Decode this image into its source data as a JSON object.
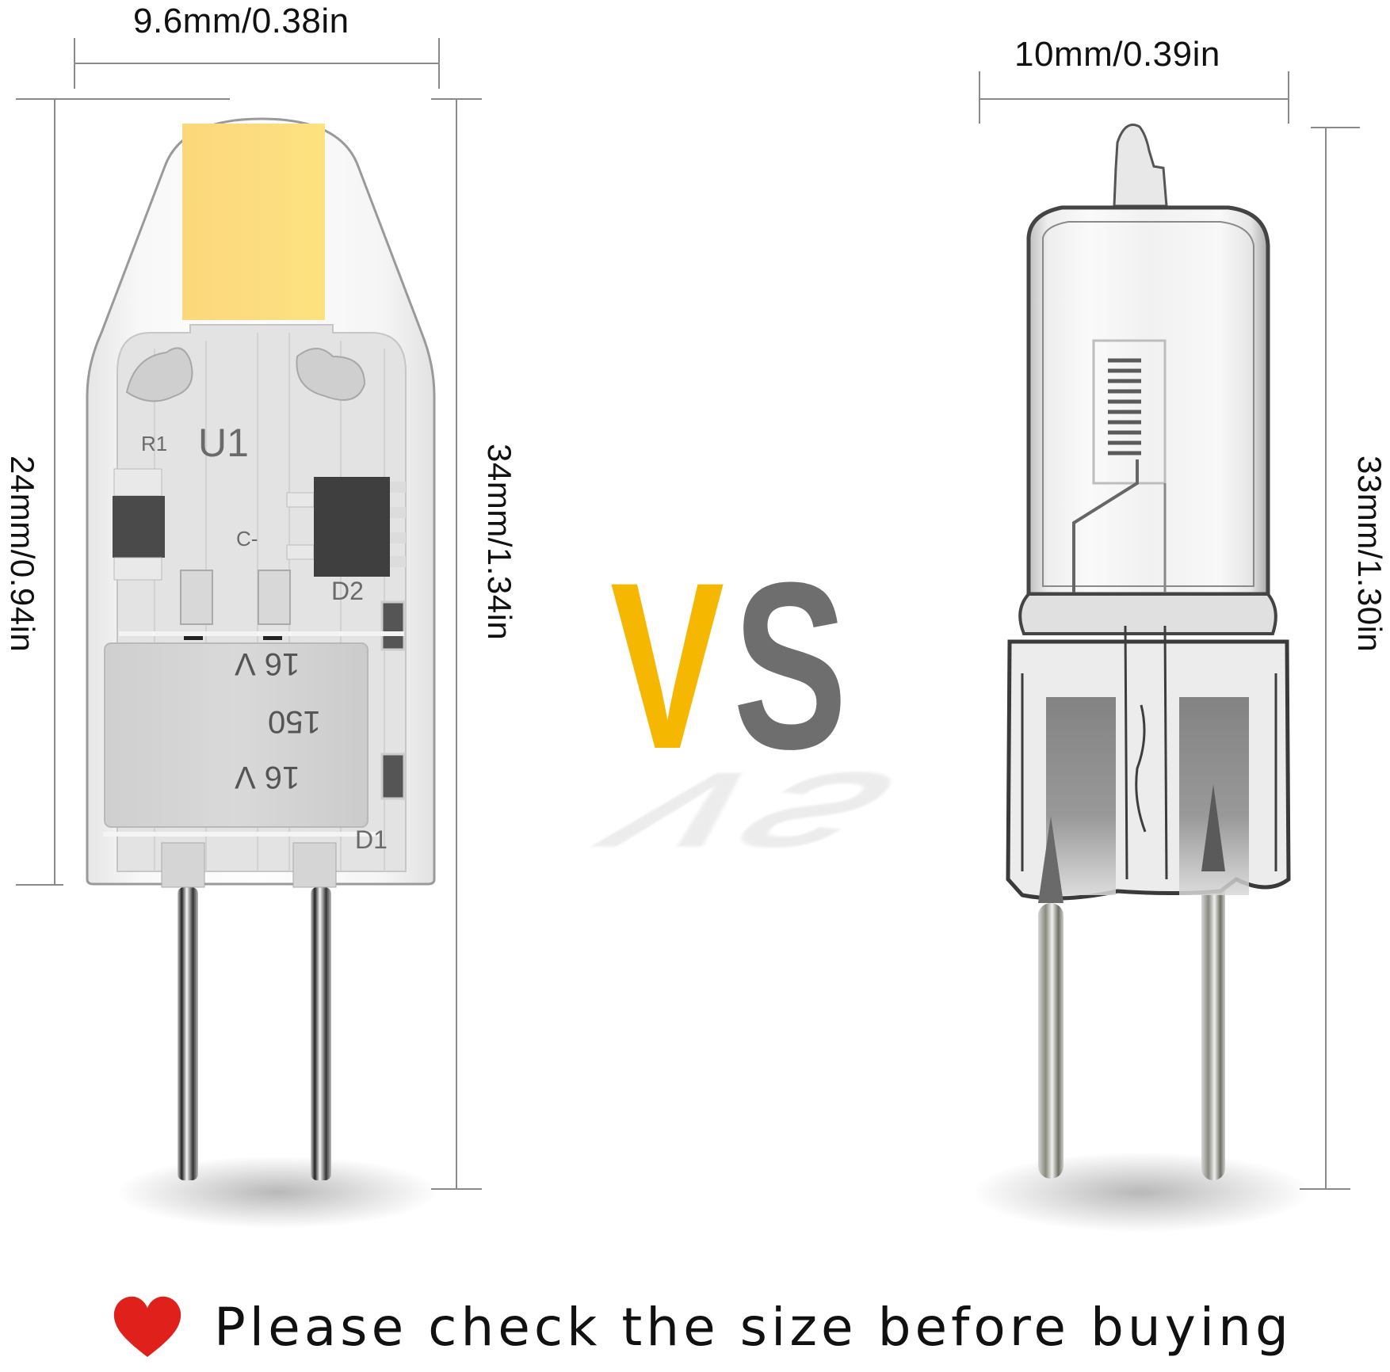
{
  "dimensions": {
    "led_width": "9.6mm/0.38in",
    "led_body_height": "24mm/0.94in",
    "led_total_height": "34mm/1.34in",
    "halogen_width": "10mm/0.39in",
    "halogen_total_height": "33mm/1.30in"
  },
  "comparison": {
    "vs_letter_v": "V",
    "vs_letter_s": "S",
    "v_color": "#F5B700",
    "s_color": "#6E6E6E"
  },
  "led_bulb": {
    "chip_color": "#FCDC7E",
    "pcb_labels": {
      "u1": "U1",
      "r1": "R1",
      "c": "C-",
      "d2": "D2",
      "d1": "D1",
      "cap_line1": "16 V",
      "cap_line2": "150",
      "cap_line3": "16 V"
    }
  },
  "footer": {
    "icon": "heart-icon",
    "icon_color": "#E0201B",
    "text": "Please check the size before buying"
  }
}
